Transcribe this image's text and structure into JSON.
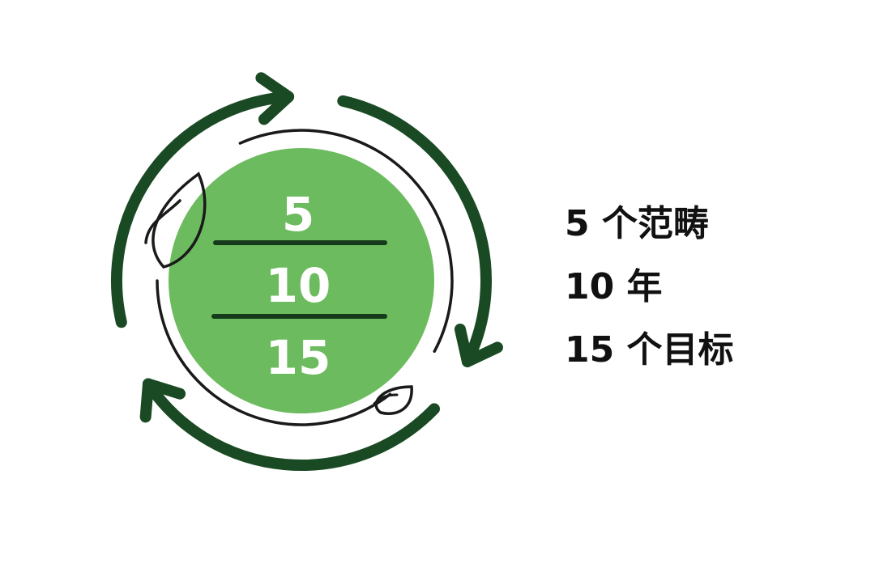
{
  "center_numbers": [
    "5",
    "10",
    "15"
  ],
  "legend_lines": [
    "5 个范畴",
    "10 年",
    "15 个目标"
  ],
  "colors": {
    "dark_green": "#1a4a23",
    "light_green": "#6cbb5e",
    "text": "#111111"
  }
}
